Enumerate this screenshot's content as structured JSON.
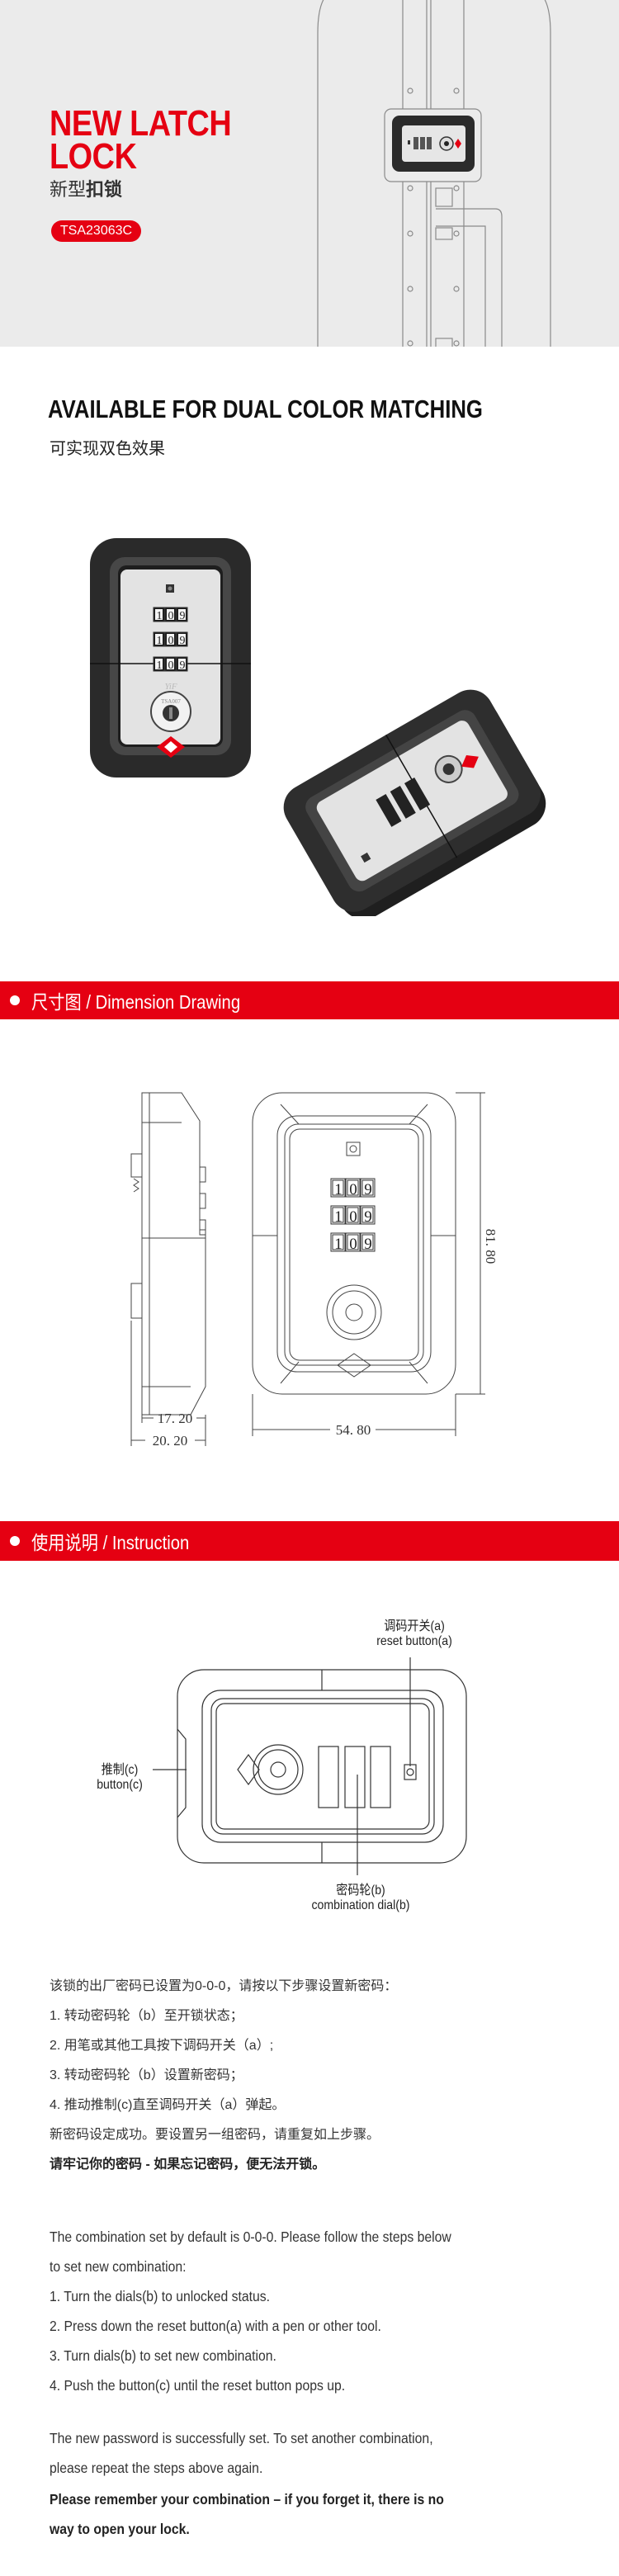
{
  "hero": {
    "title_line1": "NEW LATCH",
    "title_line2": "LOCK",
    "subtitle_regular": "新型",
    "subtitle_bold": "扣锁",
    "model_badge": "TSA23063C",
    "background": "#ebebeb",
    "accent": "#e50012"
  },
  "feature": {
    "heading": "AVAILABLE FOR DUAL COLOR MATCHING",
    "subheading": "可实现双色效果"
  },
  "product": {
    "dial_digits": [
      "1",
      "0",
      "9"
    ],
    "brand_mark": "YiF",
    "tsa_mark": "TSA007"
  },
  "dimension_section": {
    "title": "尺寸图 / Dimension Drawing",
    "height": "81. 80",
    "width": "54. 80",
    "depth_inner": "17. 20",
    "depth_outer": "20. 20"
  },
  "instruction_section": {
    "title": "使用说明 / Instruction",
    "labels": {
      "reset_cn": "调码开关(a)",
      "reset_en": "reset button(a)",
      "button_cn": "推制(c)",
      "button_en": "button(c)",
      "dial_cn": "密码轮(b)",
      "dial_en": "combination dial(b)"
    },
    "cn": {
      "intro": "该锁的出厂密码已设置为0-0-0，请按以下步骤设置新密码：",
      "steps": [
        "1.    转动密码轮（b）至开锁状态；",
        "2.    用笔或其他工具按下调码开关（a）;",
        "3.     转动密码轮（b）设置新密码；",
        "4.    推动推制(c)直至调码开关（a）弹起。"
      ],
      "success": "新密码设定成功。要设置另一组密码，请重复如上步骤。",
      "warning": "请牢记你的密码 - 如果忘记密码，便无法开锁。"
    },
    "en": {
      "intro_1": "The combination set by default is 0-0-0. Please follow the steps below",
      "intro_2": "to set new combination:",
      "steps": [
        "1. Turn the dials(b) to unlocked status.",
        "2. Press down the reset button(a) with a pen or other tool.",
        "3. Turn dials(b) to set new combination.",
        "4. Push the button(c) until the reset button pops up."
      ],
      "success_1": "The new password is successfully set. To set another combination,",
      "success_2": "please repeat the steps above again.",
      "warning_1": "Please remember your combination – if you forget it, there is no",
      "warning_2": "way to open your lock."
    }
  }
}
